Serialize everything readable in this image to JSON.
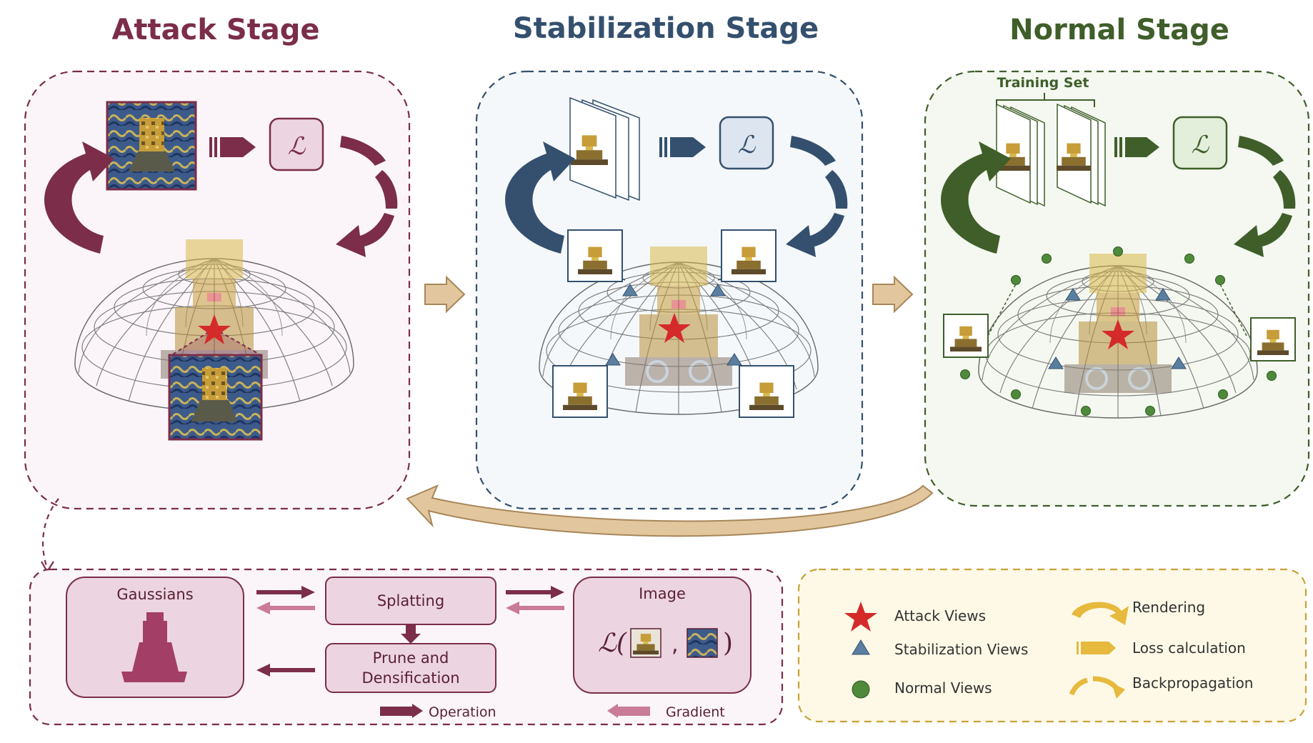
{
  "stages": {
    "attack": {
      "title": "Attack Stage",
      "color": "#7b2d4a",
      "bg": "#fbf5f9"
    },
    "stabilization": {
      "title": "Stabilization Stage",
      "color": "#34506e",
      "bg": "#f5f8fb"
    },
    "normal": {
      "title": "Normal Stage",
      "color": "#3f5e2a",
      "bg": "#f4f8f0",
      "training_set_label": "Training Set"
    }
  },
  "loss_symbol": "ℒ",
  "pipeline": {
    "gaussians_label": "Gaussians",
    "splatting_label": "Splatting",
    "prune_label_line1": "Prune and",
    "prune_label_line2": "Densification",
    "image_label": "Image",
    "loss_open": "ℒ(",
    "loss_comma": ",",
    "loss_close": ")",
    "operation_label": "Operation",
    "gradient_label": "Gradient"
  },
  "legend": {
    "attack_views": "Attack Views",
    "stabilization_views": "Stabilization Views",
    "normal_views": "Normal Views",
    "rendering": "Rendering",
    "loss_calculation": "Loss calculation",
    "backpropagation": "Backpropagation"
  },
  "colors": {
    "star": "#d42a2a",
    "triangle": "#5b7fa0",
    "dot": "#4f8a3a",
    "beige_arrow": "#e2c79e",
    "legend_accent": "#e7b93c",
    "operation_arrow": "#7b2d4a",
    "gradient_arrow": "#c97b97"
  }
}
